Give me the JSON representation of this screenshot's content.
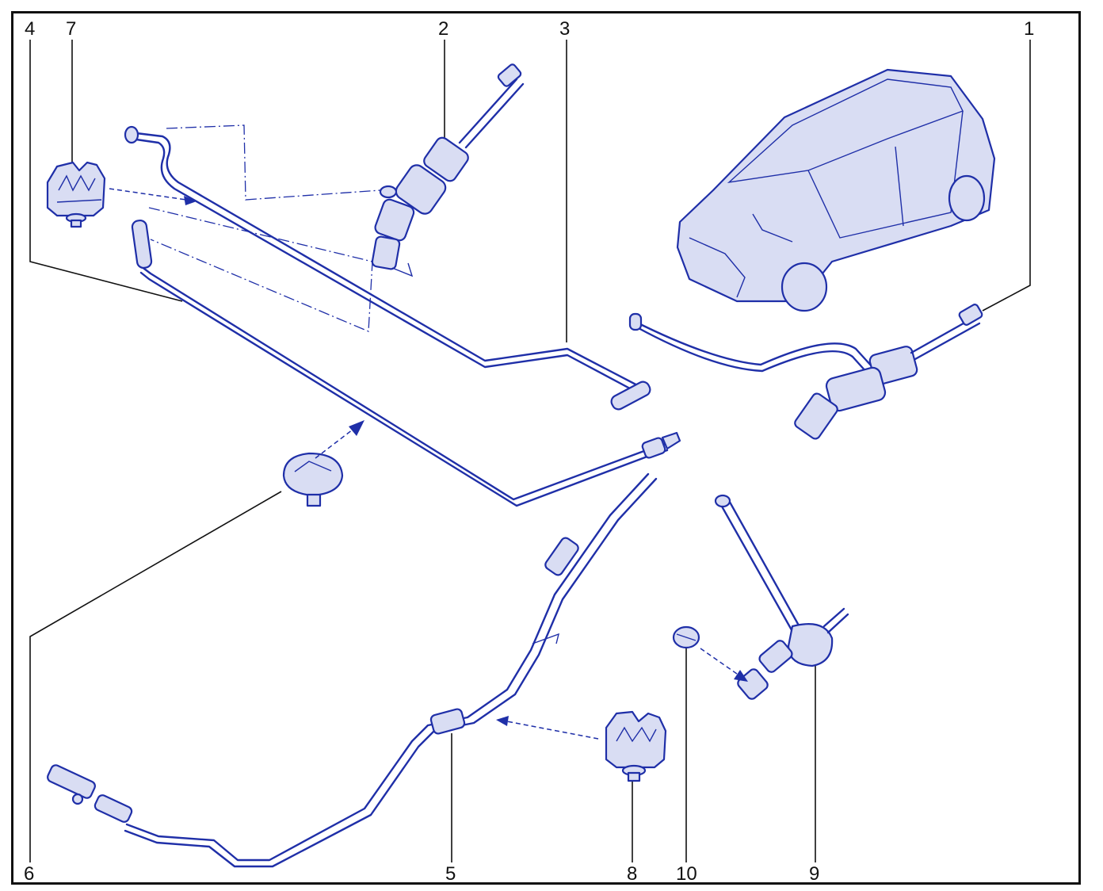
{
  "callouts": [
    {
      "id": "1",
      "text": "1"
    },
    {
      "id": "2",
      "text": "2"
    },
    {
      "id": "3",
      "text": "3"
    },
    {
      "id": "4",
      "text": "4"
    },
    {
      "id": "5",
      "text": "5"
    },
    {
      "id": "6",
      "text": "6"
    },
    {
      "id": "7",
      "text": "7"
    },
    {
      "id": "8",
      "text": "8"
    },
    {
      "id": "9",
      "text": "9"
    },
    {
      "id": "10",
      "text": "10"
    }
  ],
  "colors": {
    "line": "#1f2fa8",
    "frame": "#111111",
    "fill": "#d9ddf3"
  }
}
